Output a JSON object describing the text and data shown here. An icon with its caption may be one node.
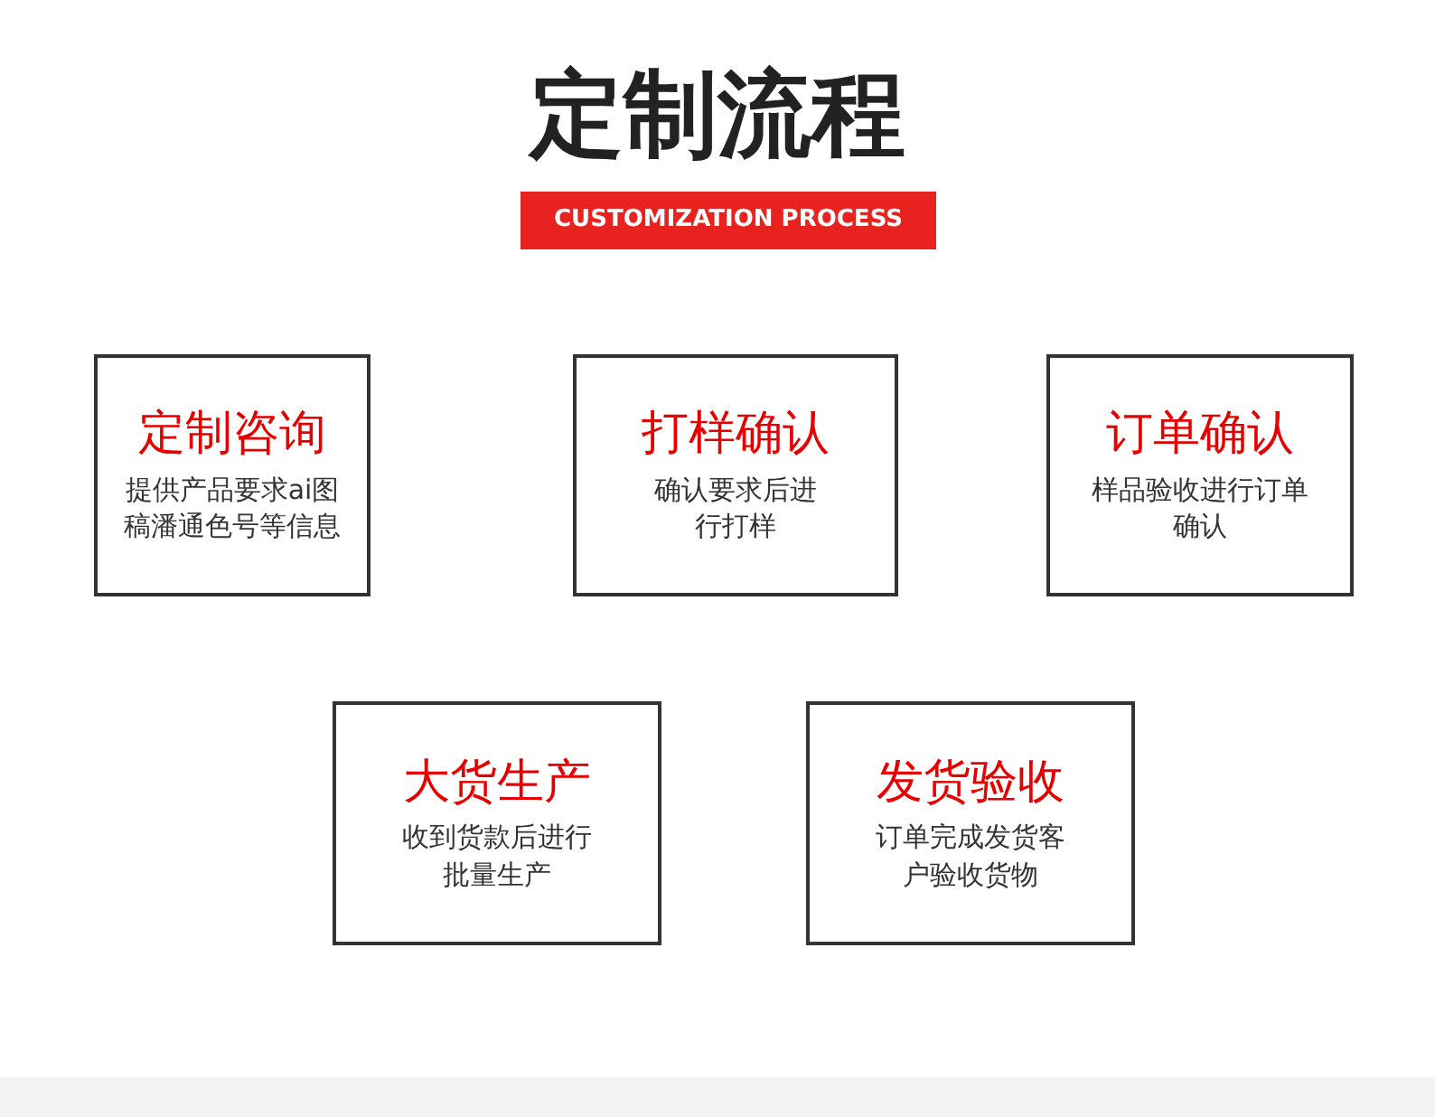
{
  "diagram": {
    "title": "定制流程",
    "nodes": [
      {
        "text": [
          "定制咨询",
          "提供产品要求ai图稿潘通色号等信息"
        ]
      },
      {
        "text": [
          "打样确认",
          "确认要求后进行打样"
        ]
      },
      {
        "text": [
          "订单确认",
          "样品验收进行订单确认"
        ]
      },
      {
        "text": [
          "大货生产",
          "收到货款后进行批量生产"
        ]
      },
      {
        "text": [
          "发货验收",
          "订单完成发货客户验收货物"
        ]
      }
    ],
    "edges": [],
    "labels": [
      "CUSTOMIZATION PROCESS"
    ]
  }
}
